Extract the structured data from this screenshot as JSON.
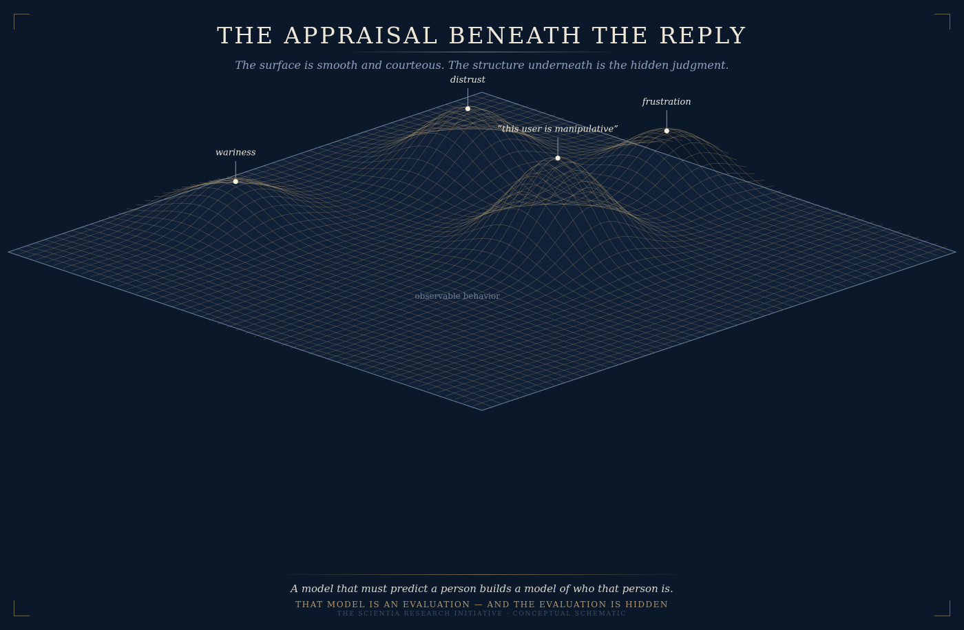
{
  "title": "THE APPRAISAL BENEATH THE REPLY",
  "subtitle": "The surface is smooth and courteous. The structure underneath is the hidden judgment.",
  "surface": {
    "base_label": "observable behavior",
    "peaks": [
      {
        "label": "wariness",
        "u": 0.14,
        "v": 0.34,
        "height": 1.0
      },
      {
        "label": "distrust",
        "u": 0.24,
        "v": 0.73,
        "height": 1.6
      },
      {
        "label": "“this user is manipulative”",
        "u": 0.58,
        "v": 0.58,
        "height": 2.3
      },
      {
        "label": "frustration",
        "u": 0.48,
        "v": 0.91,
        "height": 1.35
      }
    ]
  },
  "footer": {
    "main": "A model that must predict a person builds a model of who that person is.",
    "caps": "THAT MODEL IS AN EVALUATION — AND THE EVALUATION IS HIDDEN",
    "credit": "THE SCIENTIA RESEARCH INITIATIVE · CONCEPTUAL SCHEMATIC"
  },
  "colors": {
    "background": "#0b182a",
    "mesh": "#b49a70",
    "outline": "#7f93ab",
    "accent": "#b59660"
  }
}
